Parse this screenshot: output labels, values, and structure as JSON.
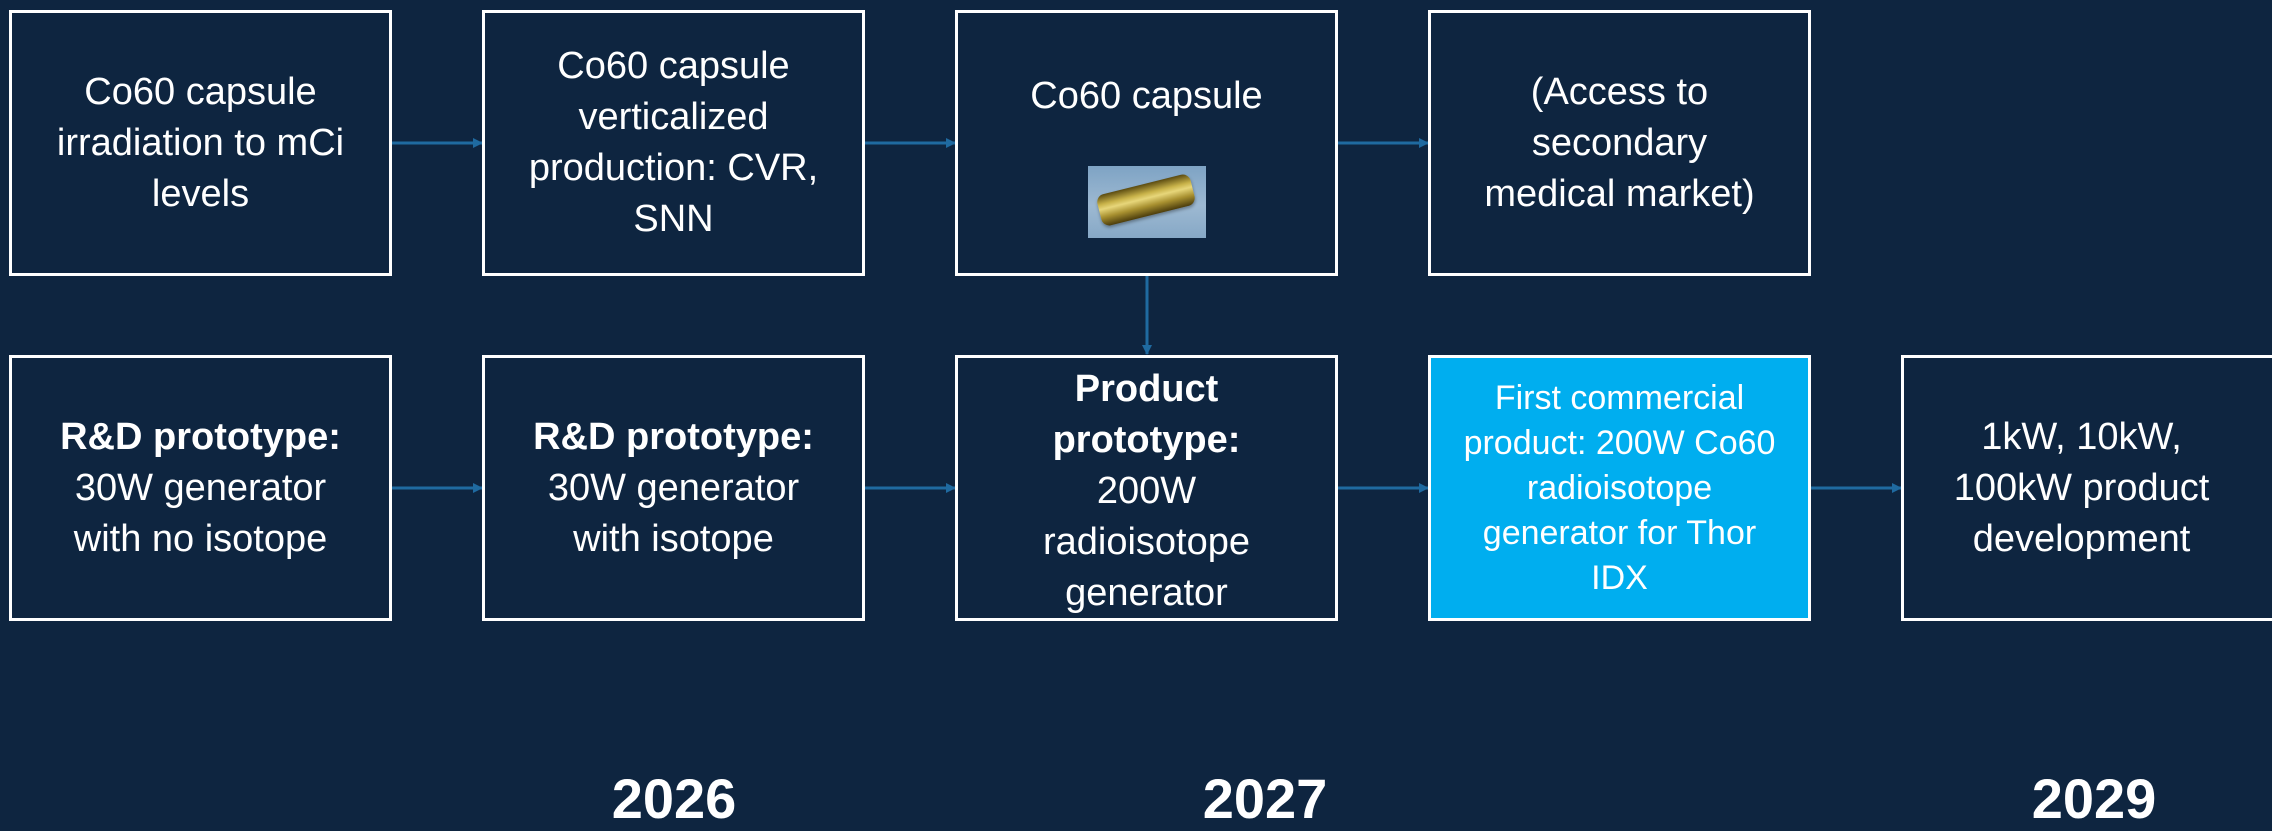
{
  "top_row": {
    "box1": {
      "lines": [
        "Co60 capsule",
        "irradiation to mCi",
        "levels"
      ]
    },
    "box2": {
      "lines": [
        "Co60 capsule",
        "verticalized",
        "production: CVR,",
        "SNN"
      ]
    },
    "box3": {
      "title": "Co60 capsule",
      "image": "co60-capsule-photo"
    },
    "box4": {
      "lines": [
        "(Access to",
        "secondary",
        "medical market)"
      ]
    }
  },
  "bottom_row": {
    "box1": {
      "bold": "R&D prototype:",
      "lines": [
        "30W generator",
        "with no isotope"
      ]
    },
    "box2": {
      "bold": "R&D prototype:",
      "lines": [
        "30W generator",
        "with isotope"
      ]
    },
    "box3": {
      "bold_lines": [
        "Product",
        "prototype:"
      ],
      "lines": [
        "200W",
        "radioisotope",
        "generator"
      ]
    },
    "box4": {
      "lines": [
        "First commercial",
        "product: 200W Co60",
        "radioisotope",
        "generator for Thor",
        "IDX"
      ]
    },
    "box5": {
      "lines": [
        "1kW, 10kW,",
        "100kW product",
        "development"
      ]
    }
  },
  "years": [
    "2026",
    "2027",
    "2029"
  ],
  "colors": {
    "background": "#0e2540",
    "box_border": "#ffffff",
    "highlight": "#00aeef",
    "arrow": "#1f6aa0"
  }
}
